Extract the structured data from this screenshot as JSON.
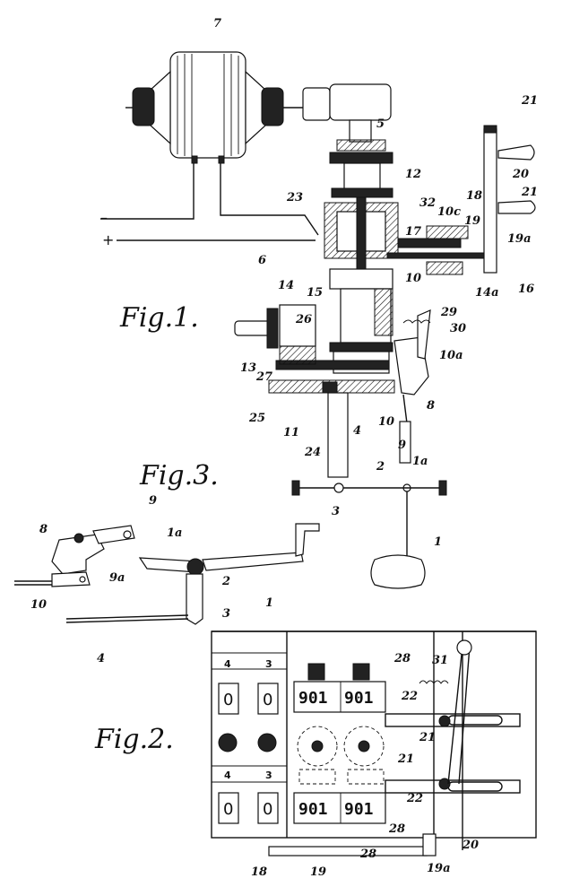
{
  "figures": {
    "fig1": "Fig.1.",
    "fig2": "Fig.2.",
    "fig3": "Fig.3."
  },
  "circuit": {
    "minus": "–",
    "plus": "+"
  },
  "fig1_refs": [
    "7",
    "5",
    "21",
    "20",
    "21",
    "12",
    "23",
    "32",
    "10c",
    "18",
    "19",
    "19a",
    "6",
    "17",
    "10",
    "14",
    "15",
    "14a",
    "16",
    "26",
    "29",
    "30",
    "13",
    "27",
    "10a",
    "25",
    "11",
    "24",
    "10",
    "8",
    "4",
    "9",
    "1a",
    "2",
    "3",
    "1"
  ],
  "fig3_refs": [
    "9",
    "8",
    "1a",
    "9a",
    "2",
    "1",
    "10",
    "3",
    "4"
  ],
  "fig2_refs": [
    "28",
    "31",
    "22",
    "21",
    "21",
    "22",
    "28",
    "28",
    "18",
    "19",
    "19a",
    "20"
  ],
  "fig2_panel": {
    "upper_cols": [
      "4",
      "3"
    ],
    "lower_cols": [
      "4",
      "3"
    ],
    "upper_zeros": [
      "0",
      "0"
    ],
    "lower_zeros": [
      "0",
      "0"
    ],
    "counters_upper": [
      "901",
      "901"
    ],
    "counters_lower": [
      "901",
      "901"
    ]
  }
}
